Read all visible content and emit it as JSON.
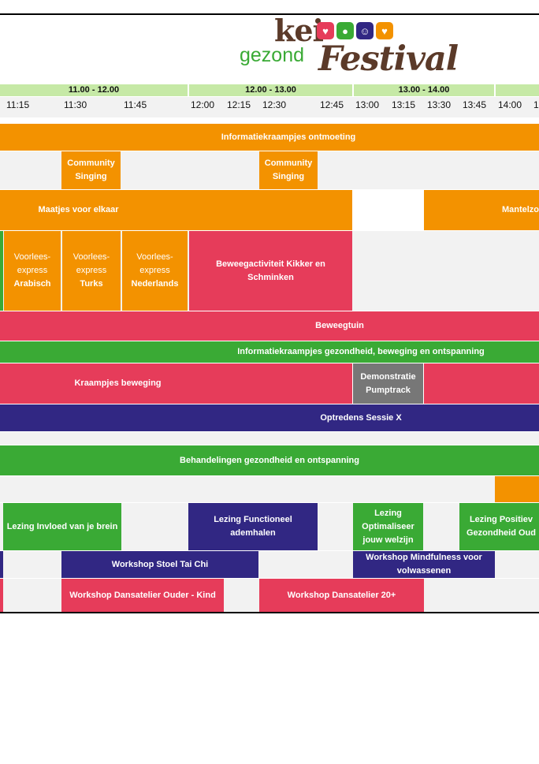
{
  "logo": {
    "word1": "kei",
    "word2": "gezond",
    "word3": "Festival",
    "icons": [
      {
        "name": "heart-check-icon",
        "glyph": "♥",
        "color": "#e63c5a"
      },
      {
        "name": "apple-icon",
        "glyph": "●",
        "color": "#3aaa35"
      },
      {
        "name": "smiley-icon",
        "glyph": "☺",
        "color": "#312783"
      },
      {
        "name": "heart-icon",
        "glyph": "♥",
        "color": "#f39200"
      }
    ]
  },
  "colors": {
    "orange": "#f39200",
    "pink": "#e63c5a",
    "green": "#3aaa35",
    "navy": "#312783",
    "gray": "#777777",
    "hour_header": "#c6e9a6",
    "empty_row": "#f2f2f2"
  },
  "hours": [
    "11.00 - 12.00",
    "12.00 - 13.00",
    "13.00 - 14.00"
  ],
  "quarters": [
    "11:15",
    "11:30",
    "11:45",
    "12:00",
    "12:15",
    "12:30",
    "12:45",
    "13:00",
    "13:15",
    "13:30",
    "13:45",
    "14:00",
    "1"
  ],
  "events": {
    "info_ontmoeting": "Informatiekraampjes ontmoeting",
    "community_singing_1": "Community\nSinging",
    "community_singing_2": "Community\nSinging",
    "maatjes": "Maatjes voor elkaar",
    "mantelzorg": "Mantelzo",
    "voorlees_arabisch_a": "Voorlees-\nexpress",
    "voorlees_arabisch_b": "Arabisch",
    "voorlees_turks_a": "Voorlees-\nexpress",
    "voorlees_turks_b": "Turks",
    "voorlees_nl_a": "Voorlees-\nexpress",
    "voorlees_nl_b": "Nederlands",
    "kikker": "Beweegactiviteit Kikker en\nSchminken",
    "beweegtuin": "Beweegtuin",
    "info_gezondheid": "Informatiekraampjes gezondheid, beweging en ontspanning",
    "kraampjes_beweging": "Kraampjes beweging",
    "pumptrack": "Demonstratie\nPumptrack",
    "sessie_x": "Optredens Sessie X",
    "behandelingen": "Behandelingen gezondheid en ontspanning",
    "lezing_brein": "Lezing Invloed van je brein",
    "lezing_ademhalen": "Lezing Functioneel\nademhalen",
    "lezing_welzijn": "Lezing\nOptimaliseer\njouw welzijn",
    "lezing_positief": "Lezing Positiev\nGezondheid Oud",
    "tai_chi": "Workshop Stoel Tai Chi",
    "mindfulness": "Workshop Mindfulness voor\nvolwassenen",
    "dans_kind": "Workshop Dansatelier Ouder - Kind",
    "dans_20": "Workshop Dansatelier 20+"
  }
}
